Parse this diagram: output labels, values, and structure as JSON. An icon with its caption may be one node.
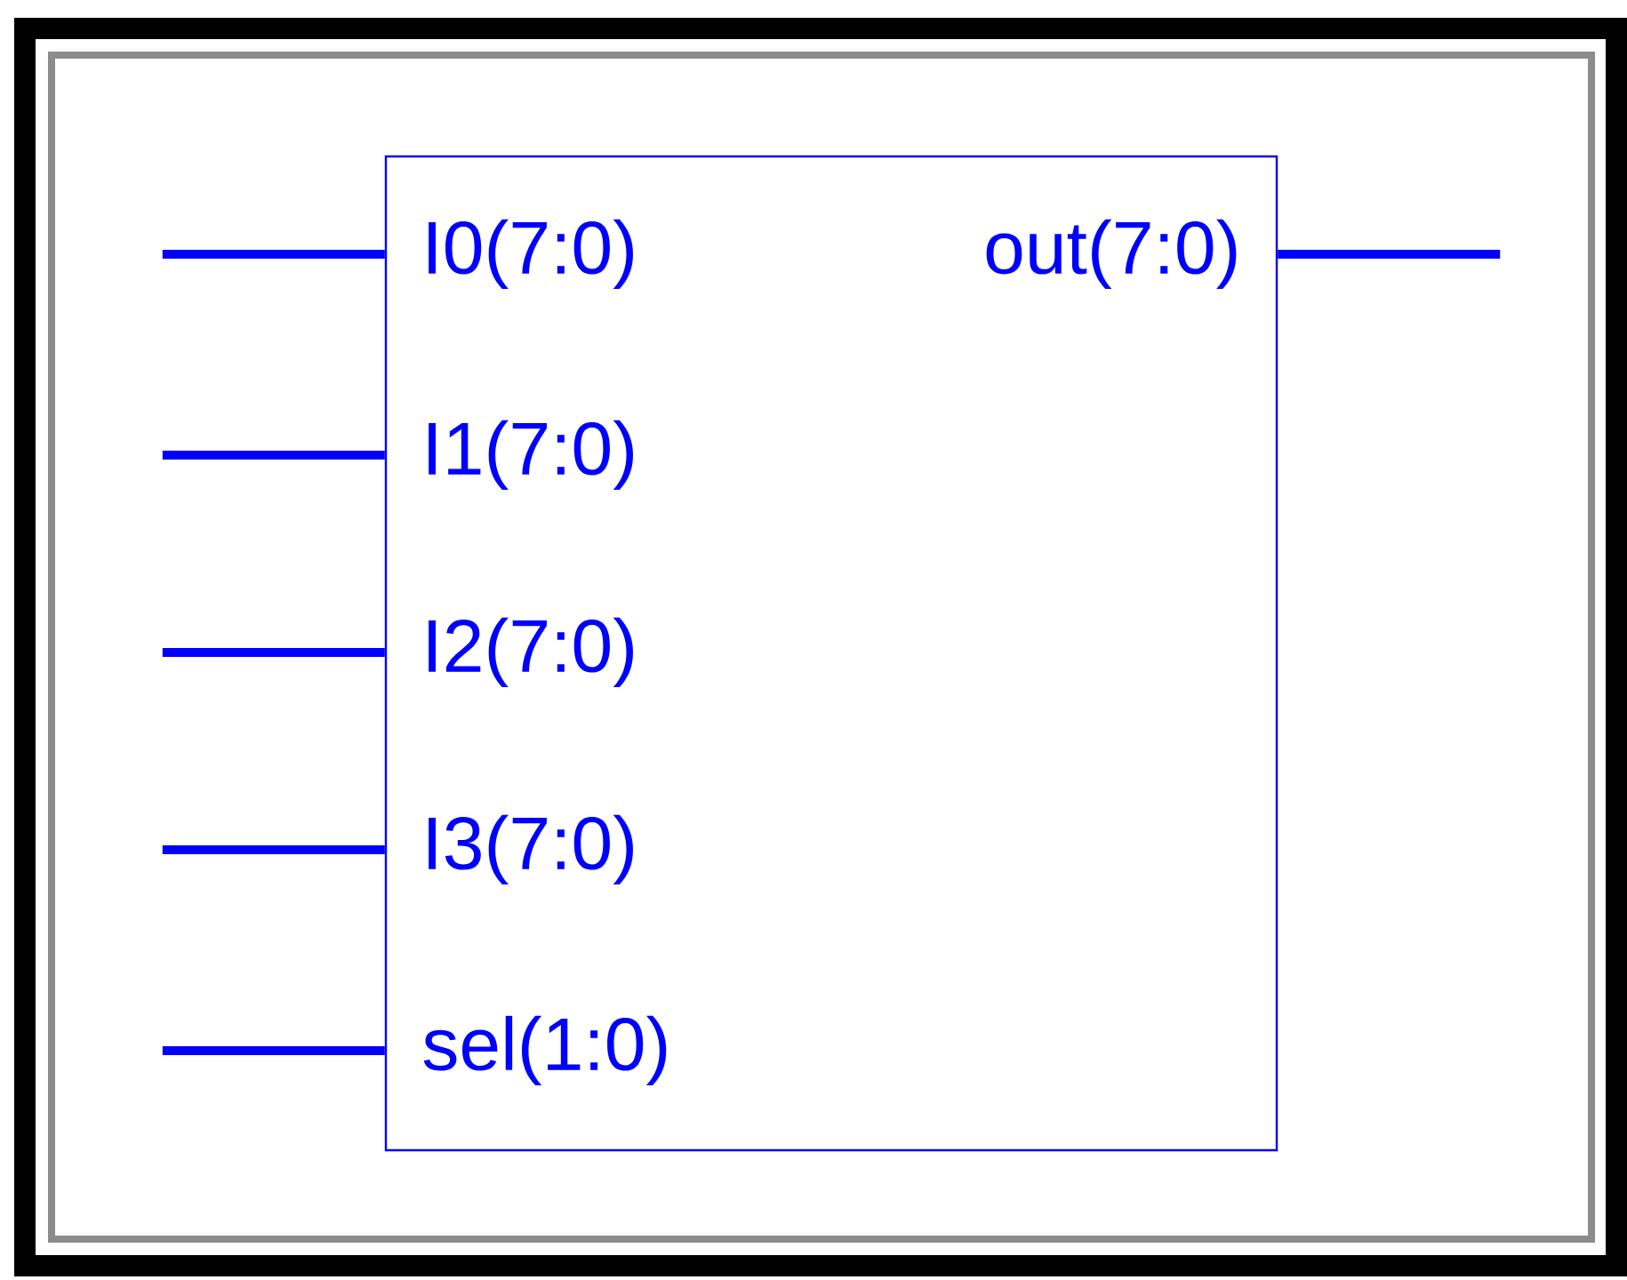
{
  "diagram": {
    "nodes": [
      {
        "text": [],
        "shape": "box"
      },
      {
        "text": [
          "I0(7:0)"
        ],
        "in": 0
      },
      {
        "text": [
          "I1(7:0)"
        ],
        "in": 0
      },
      {
        "text": [
          "I2(7:0)"
        ],
        "in": 0
      },
      {
        "text": [
          "I3(7:0)"
        ],
        "in": 0
      },
      {
        "text": [
          "sel(1:0)"
        ],
        "in": 0
      },
      {
        "text": [
          "out(7:0)"
        ],
        "in": 0
      }
    ],
    "edges": [
      {
        "from": null,
        "to": 1,
        "arrow": "none"
      },
      {
        "from": null,
        "to": 2,
        "arrow": "none"
      },
      {
        "from": null,
        "to": 3,
        "arrow": "none"
      },
      {
        "from": null,
        "to": 4,
        "arrow": "none"
      },
      {
        "from": null,
        "to": 5,
        "arrow": "none"
      },
      {
        "from": 6,
        "to": null,
        "arrow": "none"
      }
    ]
  }
}
